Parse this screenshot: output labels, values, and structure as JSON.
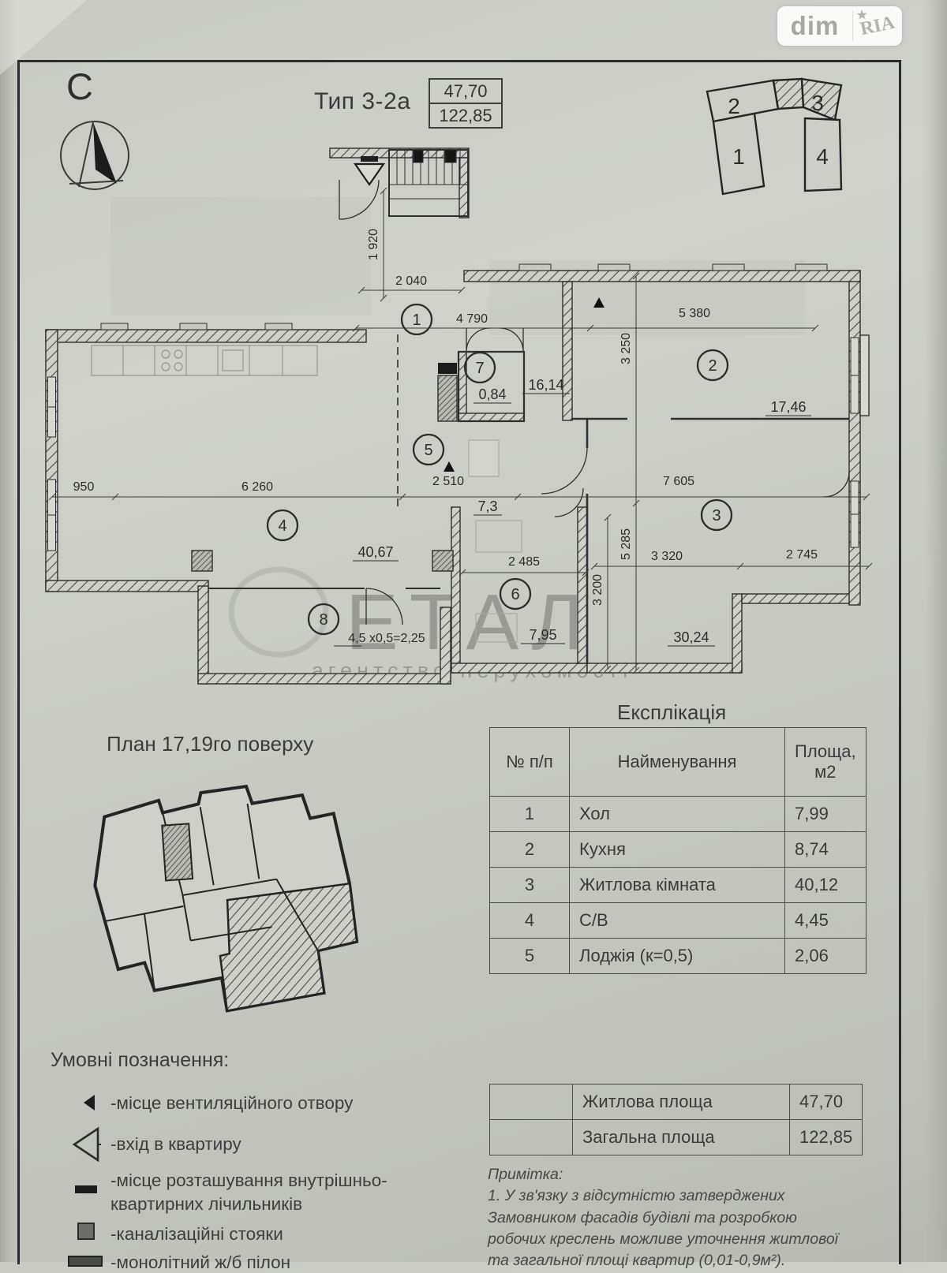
{
  "logo": {
    "left": "dim",
    "right": "RIA",
    "star": "★"
  },
  "header": {
    "north": "С",
    "type_label": "Тип 3-2а",
    "living_area": "47,70",
    "total_area": "122,85"
  },
  "building": {
    "sections": [
      "1",
      "2",
      "3",
      "4"
    ]
  },
  "plan": {
    "rooms": [
      "1",
      "2",
      "3",
      "4",
      "5",
      "6",
      "7",
      "8"
    ],
    "dims": {
      "d2040": "2 040",
      "d1920": "1 920",
      "d4790": "4 790",
      "d5380": "5 380",
      "d3250": "3 250",
      "d950": "950",
      "d6260": "6 260",
      "d2510": "2 510",
      "d7605": "7 605",
      "d5285": "5 285",
      "d3320": "3 320",
      "d2745": "2 745",
      "d2485": "2 485",
      "d3200": "3 200"
    },
    "areas": {
      "a1746": "17,46",
      "a1614": "16,14",
      "a084": "0,84",
      "a73": "7,3",
      "a4067": "40,67",
      "a795": "7,95",
      "a3024": "30,24",
      "a225": "4,5 х0,5=2,25"
    },
    "watermark": {
      "big": "ЕТАЛ",
      "small": "агентство нерухомості"
    }
  },
  "floor_label": "План 17,19го поверху",
  "explication": {
    "title": "Експлікація",
    "col_num": "№ п/п",
    "col_name": "Найменування",
    "col_area": "Площа, м2",
    "rows": [
      {
        "num": "1",
        "name": "Хол",
        "area": "7,99"
      },
      {
        "num": "2",
        "name": "Кухня",
        "area": "8,74"
      },
      {
        "num": "3",
        "name": "Житлова кімната",
        "area": "40,12"
      },
      {
        "num": "4",
        "name": "С/В",
        "area": "4,45"
      },
      {
        "num": "5",
        "name": "Лоджія (к=0,5)",
        "area": "2,06"
      }
    ]
  },
  "legend": {
    "title": "Умовні позначення:",
    "items": [
      {
        "label": "-місце вентиляційного отвору"
      },
      {
        "label": "-вхід в квартиру"
      },
      {
        "label": "-місце розташування внутрішньо-",
        "label2": "квартирних лічильників"
      },
      {
        "label": "-каналізаційні стояки"
      },
      {
        "label": "-монолітний ж/б пілон"
      }
    ]
  },
  "summary": {
    "rows": [
      {
        "label": "Житлова площа",
        "value": "47,70"
      },
      {
        "label": "Загальна площа",
        "value": "122,85"
      }
    ]
  },
  "note": {
    "title": "Примітка:",
    "lines": [
      "1. У зв'язку з відсутністю затверджених",
      "Замовником фасадів будівлі та розробкою",
      "робочих креслень можливе уточнення житлової",
      "та загальної площі квартир (0,01-0,9м²)."
    ]
  }
}
